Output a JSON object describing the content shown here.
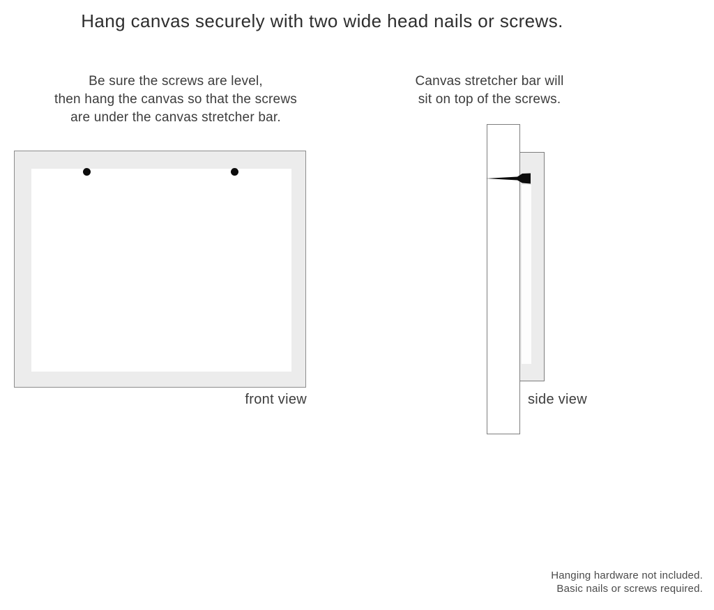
{
  "title": "Hang canvas securely with two wide head nails or screws.",
  "instructions": {
    "left": {
      "line1": "Be sure the screws are level,",
      "line2": "then hang the canvas so that the screws",
      "line3": "are under the canvas stretcher bar."
    },
    "right": {
      "line1": "Canvas stretcher bar will",
      "line2": "sit on top of the screws."
    }
  },
  "front_view": {
    "label": "front view",
    "screw_count": 2
  },
  "side_view": {
    "label": "side view",
    "hardware": "nail"
  },
  "footer": {
    "line1": "Hanging hardware not included.",
    "line2": "Basic nails or screws required."
  },
  "colors": {
    "background": "#ffffff",
    "frame_fill": "#ececec",
    "frame_border": "#8c8c8c",
    "bar_border": "#7d7d7d",
    "text_primary": "#2e2e2e",
    "text_secondary": "#3c3c3c",
    "footer_text": "#4a4a4a",
    "hardware_black": "#0c0c0c"
  }
}
